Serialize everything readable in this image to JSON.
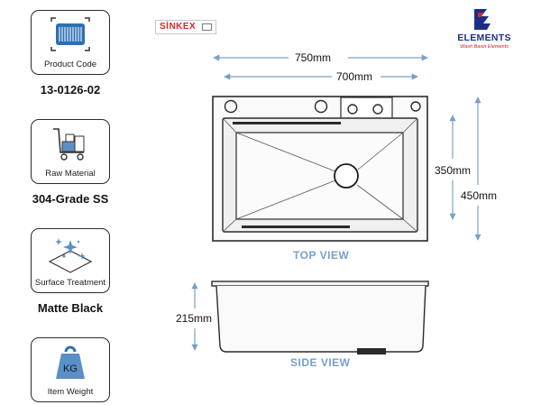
{
  "specs": [
    {
      "caption": "Product Code",
      "value": "13-0126-02",
      "icon": "barcode-icon"
    },
    {
      "caption": "Raw Material",
      "value": "304-Grade SS",
      "icon": "material-cart-icon"
    },
    {
      "caption": "Surface Treatment",
      "value": "Matte Black",
      "icon": "sparkle-surface-icon"
    },
    {
      "caption": "Item Weight",
      "value": "",
      "icon": "kg-weight-icon",
      "icon_text": "KG"
    }
  ],
  "brands": {
    "sinkex": "SİNKEX",
    "elements": "ELEMENTS",
    "elements_tagline": "Wash Basin Elements"
  },
  "dimensions": {
    "overall_width": "750mm",
    "bowl_width": "700mm",
    "bowl_depth": "350mm",
    "overall_depth": "450mm",
    "height": "215mm"
  },
  "views": {
    "top": "TOP VIEW",
    "side": "SIDE VIEW"
  },
  "colors": {
    "dimension_line": "#7a9fc8",
    "outline": "#2b2b2b",
    "brand_red": "#d6262b",
    "brand_blue": "#1b2f86"
  }
}
